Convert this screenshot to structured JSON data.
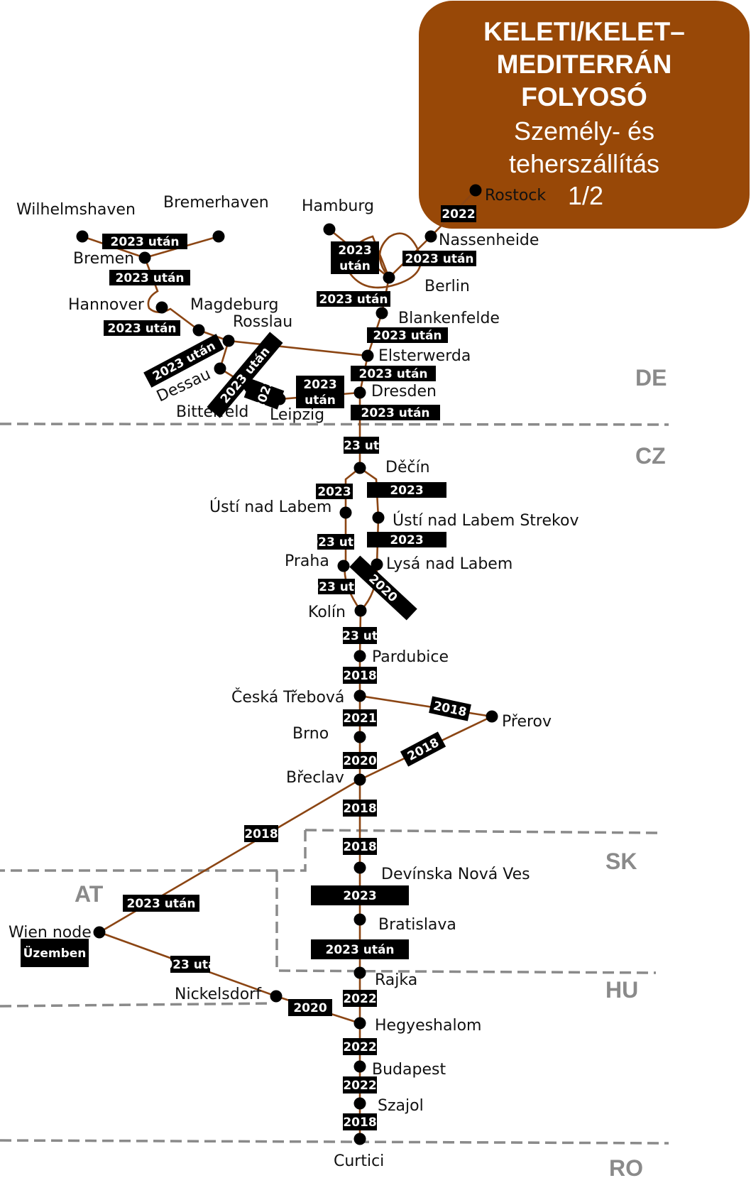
{
  "title": {
    "bold": "KELETI/KELET–\nMEDITERRÁN\nFOLYOSÓ",
    "sub": "Személy- és\nteherszállítás",
    "page": "1/2"
  },
  "colors": {
    "accent": "#984807",
    "line": "#8b4513",
    "node": "#000000",
    "border": "#8a8a8a",
    "label_bg": "#000000",
    "label_text": "#ffffff"
  },
  "countries": [
    "DE",
    "CZ",
    "SK",
    "AT",
    "HU",
    "RO"
  ],
  "cities": [
    "Wilhelmshaven",
    "Bremerhaven",
    "Hamburg",
    "Rostock",
    "Nassenheide",
    "Bremen",
    "Berlin",
    "Hannover",
    "Magdeburg",
    "Rosslau",
    "Blankenfelde",
    "Elsterwerda",
    "Dessau",
    "Bitterfeld",
    "Leipzig",
    "Dresden",
    "Děčín",
    "Ústí nad Labem",
    "Ústí nad Labem Strekov",
    "Praha",
    "Lysá nad Labem",
    "Kolín",
    "Pardubice",
    "Česká Třebová",
    "Přerov",
    "Brno",
    "Břeclav",
    "Devínska Nová Ves",
    "Bratislava",
    "Wien node",
    "Rajka",
    "Nickelsdorf",
    "Hegyeshalom",
    "Budapest",
    "Szajol",
    "Curtici"
  ],
  "segment_labels": [
    "2023 után",
    "2023 után",
    "2022",
    "2023\nután",
    "2023 után",
    "2023 után",
    "2023 után",
    "2023 után",
    "2023 után",
    "2023 után",
    "2023 után",
    "2023",
    "2023\nután",
    "2023 után",
    "2023 után",
    "2023",
    "2023",
    "2023 után",
    "2023",
    "2023 után",
    "2020",
    "2023 után",
    "2018",
    "2018",
    "2021",
    "2018",
    "2020",
    "2018",
    "2018",
    "2018",
    "2023",
    "2023 után",
    "2023 után",
    "Üzemben",
    "2023 után",
    "2022",
    "2020",
    "2022",
    "2022",
    "2018",
    "2018"
  ]
}
